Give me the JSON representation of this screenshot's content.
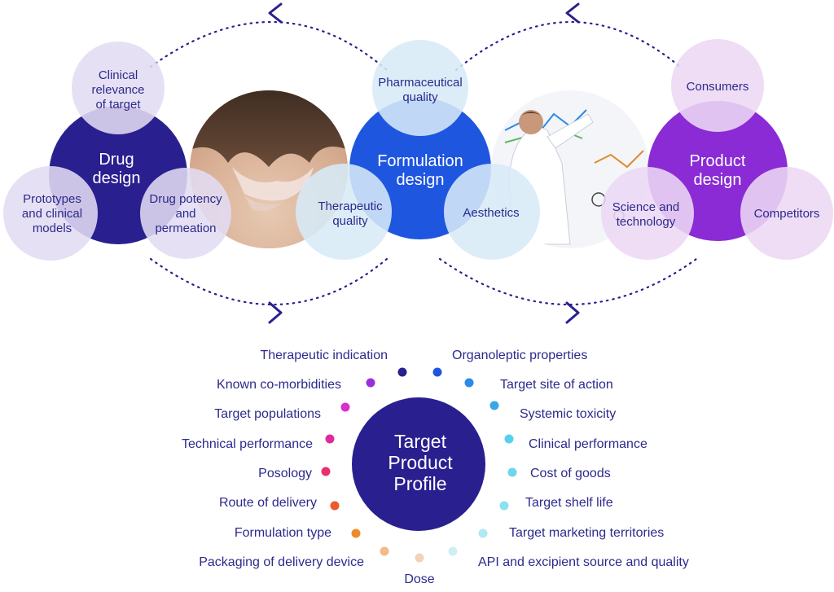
{
  "colors": {
    "navy": "#2a1f8f",
    "blue": "#1f56e0",
    "purple": "#8a2bd6",
    "lavender_light": "#e2dcf3",
    "blue_light": "#d7eaf7",
    "purple_light": "#ecd8f4",
    "text": "#2c2a8c",
    "dotted": "#2a1f8f"
  },
  "top_cycle": {
    "drug_design": {
      "title_line1": "Drug",
      "title_line2": "design",
      "satellites": {
        "clinical_relevance": [
          "Clinical",
          "relevance",
          "of target"
        ],
        "prototypes": [
          "Prototypes",
          "and clinical",
          "models"
        ],
        "drug_potency": [
          "Drug potency",
          "and",
          "permeation"
        ]
      }
    },
    "formulation_design": {
      "title_line1": "Formulation",
      "title_line2": "design",
      "satellites": {
        "pharmaceutical_quality": [
          "Pharmaceutical",
          "quality"
        ],
        "therapeutic_quality": [
          "Therapeutic",
          "quality"
        ],
        "aesthetics": [
          "Aesthetics"
        ]
      }
    },
    "product_design": {
      "title_line1": "Product",
      "title_line2": "design",
      "satellites": {
        "consumers": [
          "Consumers"
        ],
        "science_technology": [
          "Science and",
          "technology"
        ],
        "competitors": [
          "Competitors"
        ]
      }
    }
  },
  "tpp": {
    "center": [
      "Target",
      "Product",
      "Profile"
    ],
    "left_items": [
      {
        "label": "Therapeutic indication",
        "color": "#2a1f8f"
      },
      {
        "label": "Known co-morbidities",
        "color": "#9b30d9"
      },
      {
        "label": "Target populations",
        "color": "#d82ed0"
      },
      {
        "label": "Technical performance",
        "color": "#e02a9b"
      },
      {
        "label": "Posology",
        "color": "#e8306a"
      },
      {
        "label": "Route of delivery",
        "color": "#ea5a2a"
      },
      {
        "label": "Formulation type",
        "color": "#ef8a2a"
      },
      {
        "label": "Packaging of delivery device",
        "color": "#f2b98a"
      }
    ],
    "right_items": [
      {
        "label": "Organoleptic properties",
        "color": "#1f56e0"
      },
      {
        "label": "Target site of action",
        "color": "#2a8ae8"
      },
      {
        "label": "Systemic toxicity",
        "color": "#3aa6e8"
      },
      {
        "label": "Clinical performance",
        "color": "#55d0ef"
      },
      {
        "label": "Cost of goods",
        "color": "#6bd6ee"
      },
      {
        "label": "Target shelf life",
        "color": "#8de0f0"
      },
      {
        "label": "Target marketing territories",
        "color": "#b0e8f3"
      },
      {
        "label": "API and excipient source and quality",
        "color": "#cfeef6"
      }
    ],
    "bottom_item": {
      "label": "Dose",
      "color": "#f4d2b8"
    }
  }
}
